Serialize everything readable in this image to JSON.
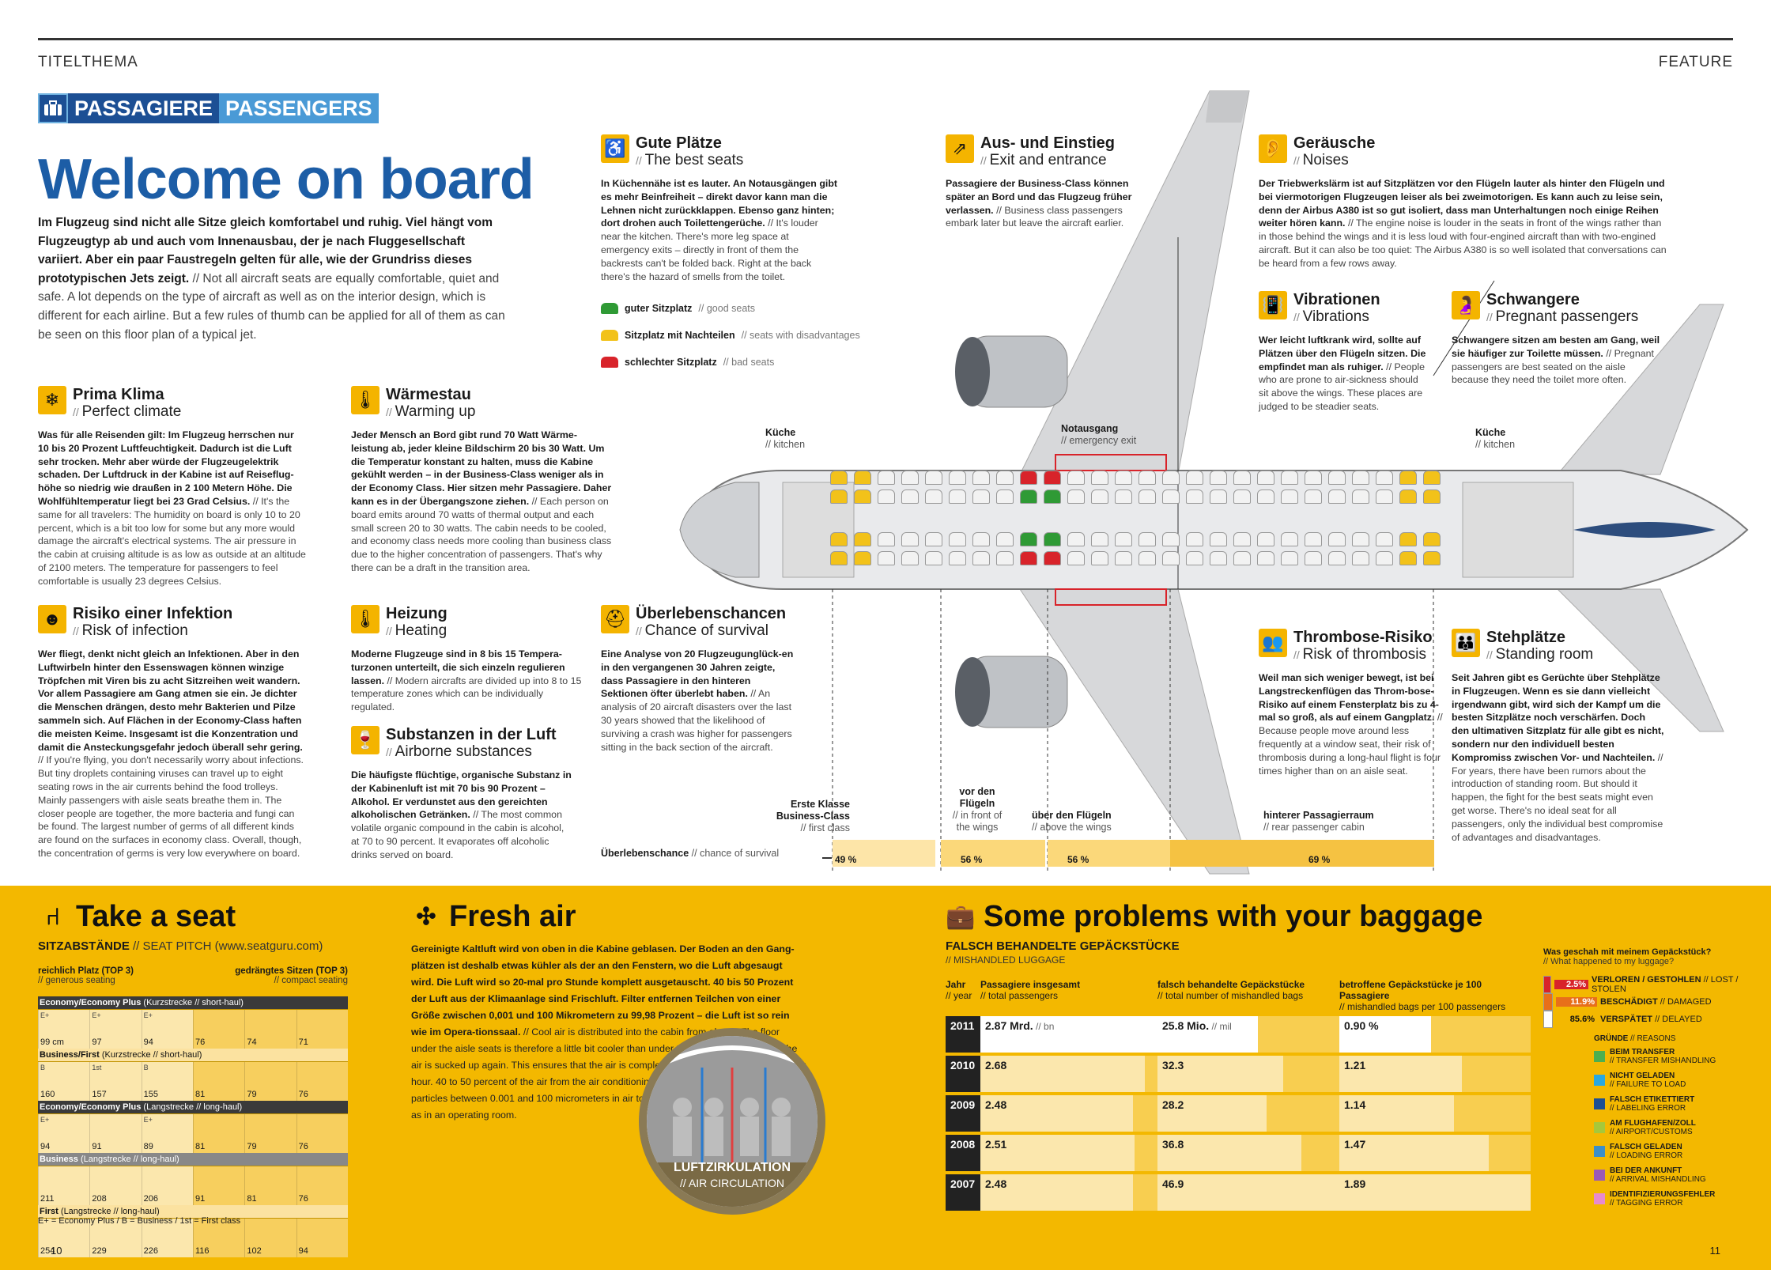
{
  "header": {
    "left": "TITELTHEMA",
    "right": "FEATURE"
  },
  "tag": {
    "de": "PASSAGIERE",
    "en": "PASSENGERS"
  },
  "headline": "Welcome on board",
  "intro": {
    "de": "Im Flugzeug sind nicht alle Sitze gleich komfortabel und ruhig. Viel hängt vom Flugzeugtyp ab und auch vom Innenausbau, der je nach Fluggesellschaft variiert. Aber ein paar Faustregeln gelten für alle, wie der Grundriss dieses prototypischen Jets zeigt.",
    "en": "// Not all aircraft seats are equally comfortable, quiet and safe. A lot depends on the type of aircraft as well as on the interior design, which is different for each airline. But a few rules of thumb can be applied for all of them as can be seen on this floor plan of a typical jet."
  },
  "sections": {
    "klima": {
      "t1": "Prima Klima",
      "t2": "Perfect climate",
      "de": "Was für alle Reisenden gilt: Im Flugzeug herrschen nur 10 bis 20 Prozent Luftfeuchtigkeit. Dadurch ist die Luft sehr trocken. Mehr aber würde der Flugzeugelektrik schaden. Der Luftdruck in der Kabine ist auf Reiseflug-höhe so niedrig wie draußen in 2 100 Metern Höhe. Die Wohlfühltemperatur liegt bei 23 Grad Celsius.",
      "en": "// It's the same for all travelers: The humidity on board is only 10 to 20 percent, which is a bit too low for some but any more would damage the aircraft's electrical systems. The air pressure in the cabin at cruising altitude is as low as outside at an altitude of 2100 meters. The temperature for passengers to feel comfortable is usually 23 degrees Celsius."
    },
    "waerme": {
      "t1": "Wärmestau",
      "t2": "Warming up",
      "de": "Jeder Mensch an Bord gibt rund 70 Watt Wärme-leistung ab, jeder kleine Bildschirm 20 bis 30 Watt. Um die Temperatur konstant zu halten, muss die Kabine gekühlt werden – in der Business-Class weniger als in der Economy Class. Hier sitzen mehr Passagiere. Daher kann es in der Übergangszone ziehen.",
      "en": "// Each person on board emits around 70 watts of thermal output and each small screen 20 to 30 watts. The cabin needs to be cooled, and economy class needs more cooling than business class due to the higher concentration of passengers. That's why there can be a draft in the transition area."
    },
    "infekt": {
      "t1": "Risiko einer Infektion",
      "t2": "Risk of infection",
      "de": "Wer fliegt, denkt nicht gleich an Infektionen. Aber in den Luftwirbeln hinter den Essenswagen können winzige Tröpfchen mit Viren bis zu acht Sitzreihen weit wandern. Vor allem Passagiere am Gang atmen sie ein. Je dichter die Menschen drängen, desto mehr Bakterien und Pilze sammeln sich. Auf Flächen in der Economy-Class haften die meisten Keime. Insgesamt ist die Konzentration und damit die Ansteckungsgefahr jedoch überall sehr gering.",
      "en": "// If you're flying, you don't necessarily worry about infections. But tiny droplets containing viruses can travel up to eight seating rows in the air currents behind the food trolleys. Mainly passengers with aisle seats breathe them in. The closer people are together, the more bacteria and fungi can be found. The largest number of germs of all different kinds are found on the surfaces in economy class. Overall, though, the concentration of germs is very low everywhere on board."
    },
    "heizung": {
      "t1": "Heizung",
      "t2": "Heating",
      "de": "Moderne Flugzeuge sind in 8 bis 15 Tempera-turzonen unterteilt, die sich einzeln regulieren lassen.",
      "en": "// Modern aircrafts are divided up into 8 to 15 temperature zones which can be individually regulated."
    },
    "substanz": {
      "t1": "Substanzen in der Luft",
      "t2": "Airborne substances",
      "de": "Die häufigste flüchtige, organische Substanz in der Kabinenluft ist mit 70 bis 90 Prozent – Alkohol. Er verdunstet aus den gereichten alkoholischen Getränken.",
      "en": "// The most common volatile organic compound in the cabin is alcohol, at 70 to 90 percent. It evaporates off alcoholic drinks served on board."
    },
    "gute": {
      "t1": "Gute Plätze",
      "t2": "The best seats",
      "de": "In Küchennähe ist es lauter. An Notausgängen gibt es mehr Beinfreiheit – direkt davor kann man die Lehnen nicht zurückklappen. Ebenso ganz hinten; dort drohen auch Toilettengerüche.",
      "en": "// It's louder near the kitchen. There's more leg space at emergency exits – directly in front of them the backrests can't be folded back. Right at the back there's the hazard of smells from the toilet."
    },
    "ueberleben": {
      "t1": "Überlebenschancen",
      "t2": "Chance of survival",
      "de": "Eine Analyse von 20 Flugzeugunglück-en in den vergangenen 30 Jahren zeigte, dass Passagiere in den hinteren Sektionen öfter überlebt haben.",
      "en": "// An analysis of 20 aircraft disasters over the last 30 years showed that the likelihood of surviving a crash was higher for passengers sitting in the back section of the aircraft."
    },
    "ausein": {
      "t1": "Aus- und Einstieg",
      "t2": "Exit and entrance",
      "de": "Passagiere der Business-Class können später an Bord und das Flugzeug früher verlassen.",
      "en": "// Business class passengers embark later but leave the aircraft earlier."
    },
    "geraeusche": {
      "t1": "Geräusche",
      "t2": "Noises",
      "de": "Der Triebwerkslärm ist auf Sitzplätzen vor den Flügeln lauter als hinter den Flügeln und bei viermotorigen Flugzeugen leiser als bei zweimotorigen. Es kann auch zu leise sein, denn der Airbus A380 ist so gut isoliert, dass man Unterhaltungen noch einige Reihen weiter hören kann.",
      "en": "// The engine noise is louder in the seats in front of the wings rather than in those behind the wings and it is less loud with four-engined aircraft than with two-engined aircraft. But it can also be too quiet: The Airbus A380 is so well isolated that conversations can be heard from a few rows away."
    },
    "vibration": {
      "t1": "Vibrationen",
      "t2": "Vibrations",
      "de": "Wer leicht luftkrank wird, sollte auf Plätzen über den Flügeln sitzen. Die empfindet man als ruhiger.",
      "en": "// People who are prone to air-sickness should sit above the wings. These places are judged to be steadier seats."
    },
    "schwanger": {
      "t1": "Schwangere",
      "t2": "Pregnant passengers",
      "de": "Schwangere sitzen am besten am Gang, weil sie häufiger zur Toilette müssen.",
      "en": "// Pregnant passengers are best seated on the aisle because they need the toilet more often."
    },
    "thrombose": {
      "t1": "Thrombose-Risiko",
      "t2": "Risk of thrombosis",
      "de": "Weil man sich weniger bewegt, ist bei Langstreckenflügen das Throm-bose-Risiko auf einem Fensterplatz bis zu 4-mal so groß, als auf einem Gangplatz.",
      "en": "// Because people move around less frequently at a window seat, their risk of thrombosis during a long-haul flight is four times higher than on an aisle seat."
    },
    "steh": {
      "t1": "Stehplätze",
      "t2": "Standing room",
      "de": "Seit Jahren gibt es Gerüchte über Stehplätze in Flugzeugen. Wenn es sie dann vielleicht irgendwann gibt, wird sich der Kampf um die besten Sitzplätze noch verschärfen. Doch den ultimativen Sitzplatz für alle gibt es nicht, sondern nur den individuell besten Kompromiss zwischen Vor- und Nachteilen.",
      "en": "// For years, there have been rumors about the introduction of standing room. But should it happen, the fight for the best seats might even get worse. There's no ideal seat for all passengers, only the individual best compromise of advantages and disadvantages."
    }
  },
  "legend": [
    {
      "de": "guter Sitzplatz",
      "en": "// good seats",
      "color": "#2f9a35"
    },
    {
      "de": "Sitzplatz mit Nachteilen",
      "en": "// seats with disadvantages",
      "color": "#f2c21a"
    },
    {
      "de": "schlechter Sitzplatz",
      "en": "// bad seats",
      "color": "#d8232a"
    }
  ],
  "plane_labels": {
    "kueche1": "Küche",
    "kueche1_en": "// kitchen",
    "kueche2": "Küche",
    "kueche2_en": "// kitchen",
    "notausgang": "Notausgang",
    "notausgang_en": "// emergency exit"
  },
  "survival": {
    "label": "Überlebenschance",
    "label_en": "// chance of survival",
    "zones": [
      {
        "de": "Erste Klasse Business-Class",
        "en": "// first class",
        "value": "49 %"
      },
      {
        "de": "vor den Flügeln",
        "en": "// in front of the wings",
        "value": "56 %"
      },
      {
        "de": "über den Flügeln",
        "en": "// above the wings",
        "value": "56 %"
      },
      {
        "de": "hinterer Passagierraum",
        "en": "// rear passenger cabin",
        "value": "69 %"
      }
    ]
  },
  "take_seat": {
    "title": "Take a seat",
    "sub": "SITZABSTÄNDE",
    "sub_en": "// SEAT PITCH (www.seatguru.com)",
    "left_cap": "reichlich Platz (TOP 3)",
    "left_cap_en": "// generous seating",
    "right_cap": "gedrängtes Sitzen (TOP 3)",
    "right_cap_en": "// compact seating",
    "groups": [
      {
        "name": "Economy/Economy Plus",
        "name2": " (Kurzstrecke // short-haul)",
        "rows": [
          [
            "E+",
            "E+",
            "E+",
            "",
            "",
            ""
          ],
          [
            "99 cm",
            "97",
            "94",
            "76",
            "74",
            "71"
          ]
        ]
      },
      {
        "name": "Business/First",
        "name2": " (Kurzstrecke // short-haul)",
        "rows": [
          [
            "B",
            "1st",
            "B",
            "",
            "",
            ""
          ],
          [
            "160",
            "157",
            "155",
            "81",
            "79",
            "76"
          ]
        ]
      },
      {
        "name": "Economy/Economy Plus",
        "name2": " (Langstrecke // long-haul)",
        "rows": [
          [
            "E+",
            "",
            "E+",
            "",
            "",
            ""
          ],
          [
            "94",
            "91",
            "89",
            "81",
            "79",
            "76"
          ]
        ]
      },
      {
        "name": "Business",
        "name2": " (Langstrecke // long-haul)",
        "rows": [
          [
            "",
            "",
            "",
            "",
            "",
            ""
          ],
          [
            "211",
            "208",
            "206",
            "91",
            "81",
            "76"
          ]
        ]
      },
      {
        "name": "First",
        "name2": " (Langstrecke // long-haul)",
        "rows": [
          [
            "",
            "",
            "",
            "",
            "",
            ""
          ],
          [
            "254",
            "229",
            "226",
            "116",
            "102",
            "94"
          ]
        ]
      }
    ],
    "footnote": "E+ = Economy Plus / B = Business / 1st = First class"
  },
  "fresh_air": {
    "title": "Fresh air",
    "de": "Gereinigte Kaltluft wird von oben in die Kabine geblasen. Der Boden an den Gang-plätzen ist deshalb etwas kühler als der an den Fenstern, wo die Luft abgesaugt wird. Die Luft wird so 20-mal pro Stunde komplett ausgetauscht. 40 bis 50 Prozent der Luft aus der Klimaanlage sind Frischluft. Filter entfernen Teilchen von einer Größe zwischen 0,001 und 100 Mikrometern zu 99,98 Prozent – die Luft ist so rein wie im Opera-tionssaal.",
    "en": "// Cool air is distributed into the cabin from above. The floor under the aisle seats is therefore a little bit cooler than under the window seats where the air is sucked up again. This ensures that the air is completely renewed around 20 times per hour. 40 to 50 percent of the air from the air conditioning system is fresh air. Filters remove particles between 0.001 and 100 micrometers in air to 99.98 percent – the air is as clean as in an operating room.",
    "circle": "LUFTZIRKULATION",
    "circle_en": "// AIR CIRCULATION"
  },
  "baggage": {
    "title": "Some problems with your baggage",
    "sub": "FALSCH BEHANDELTE GEPÄCKSTÜCKE",
    "sub_en": "// MISHANDLED LUGGAGE",
    "cols": [
      {
        "de": "Jahr",
        "en": "// year"
      },
      {
        "de": "Passagiere insgesamt",
        "en": "// total passengers"
      },
      {
        "de": "falsch behandelte Gepäckstücke",
        "en": "// total number of mishandled bags"
      },
      {
        "de": "betroffene Gepäckstücke je 100 Passagiere",
        "en": "// mishandled bags per 100 passengers"
      }
    ],
    "rows": [
      {
        "year": "2011",
        "pax": "2.87 Mrd.",
        "pax_unit": " // bn",
        "bags": "25.8 Mio.",
        "bags_unit": " // mil",
        "rate": "0.90 %",
        "pax_f": 1.0,
        "bags_f": 0.55,
        "rate_f": 0.48
      },
      {
        "year": "2010",
        "pax": "2.68",
        "pax_unit": "",
        "bags": "32.3",
        "bags_unit": "",
        "rate": "1.21",
        "pax_f": 0.93,
        "bags_f": 0.69,
        "rate_f": 0.64
      },
      {
        "year": "2009",
        "pax": "2.48",
        "pax_unit": "",
        "bags": "28.2",
        "bags_unit": "",
        "rate": "1.14",
        "pax_f": 0.86,
        "bags_f": 0.6,
        "rate_f": 0.6
      },
      {
        "year": "2008",
        "pax": "2.51",
        "pax_unit": "",
        "bags": "36.8",
        "bags_unit": "",
        "rate": "1.47",
        "pax_f": 0.87,
        "bags_f": 0.79,
        "rate_f": 0.78
      },
      {
        "year": "2007",
        "pax": "2.48",
        "pax_unit": "",
        "bags": "46.9",
        "bags_unit": "",
        "rate": "1.89",
        "pax_f": 0.86,
        "bags_f": 1.0,
        "rate_f": 1.0
      }
    ]
  },
  "what_happened": {
    "title": "Was geschah mit meinem Gepäckstück?",
    "title_en": "// What happened to my luggage?",
    "items": [
      {
        "pct": "2.5%",
        "de": "VERLOREN / GESTOHLEN",
        "en": "// LOST / STOLEN",
        "color": "#d8232a"
      },
      {
        "pct": "11.9%",
        "de": "BESCHÄDIGT",
        "en": "// DAMAGED",
        "color": "#e86f1a"
      },
      {
        "pct": "85.6%",
        "de": "VERSPÄTET",
        "en": "// DELAYED",
        "color": "#fff"
      }
    ],
    "reasons_title": "GRÜNDE",
    "reasons_title_en": "// REASONS",
    "reasons": [
      {
        "de": "BEIM TRANSFER",
        "en": "// TRANSFER MISHANDLING",
        "color": "#4caf50"
      },
      {
        "de": "NICHT GELADEN",
        "en": "// FAILURE TO LOAD",
        "color": "#29a8e0"
      },
      {
        "de": "FALSCH ETIKETTIERT",
        "en": "// LABELING ERROR",
        "color": "#1c4f94"
      },
      {
        "de": "AM FLUGHAFEN/ZOLL",
        "en": "// AIRPORT/CUSTOMS",
        "color": "#a6c83a"
      },
      {
        "de": "FALSCH GELADEN",
        "en": "// LOADING ERROR",
        "color": "#3c8fc8"
      },
      {
        "de": "BEI DER ANKUNFT",
        "en": "// ARRIVAL MISHANDLING",
        "color": "#9b59b6"
      },
      {
        "de": "IDENTIFIZIERUNGSFEHLER",
        "en": "// TAGGING ERROR",
        "color": "#e78ad0"
      }
    ]
  },
  "pages": {
    "left": "10",
    "right": "11"
  }
}
